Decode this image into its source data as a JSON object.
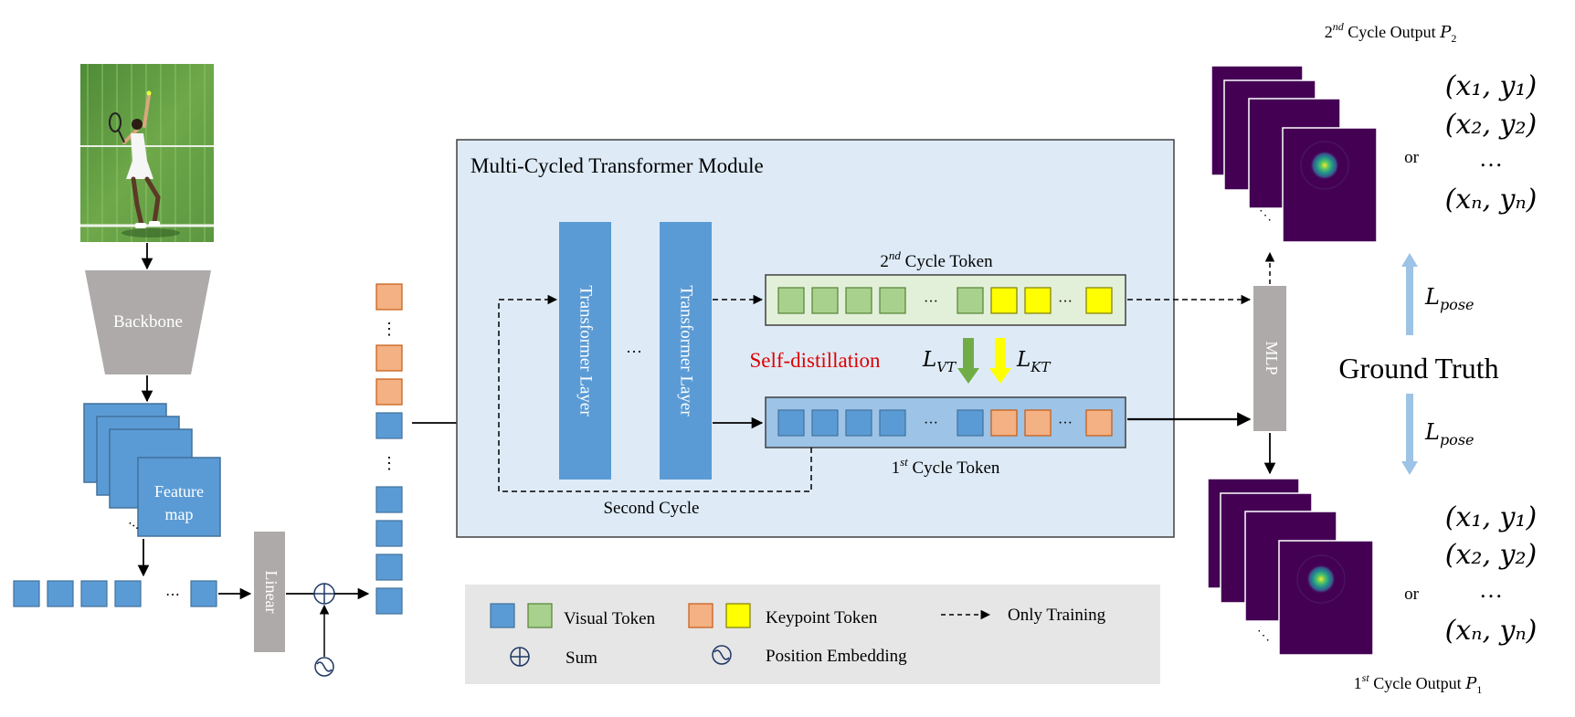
{
  "backbone": {
    "label": "Backbone"
  },
  "feature_map": {
    "line1": "Feature",
    "line2": "map",
    "ellipsis": "⋯"
  },
  "linear": {
    "label": "Linear"
  },
  "token_row": {
    "ellipsis": "⋯"
  },
  "token_column": {
    "ellipsis": "⋮"
  },
  "module": {
    "title": "Multi-Cycled Transformer Module",
    "layer_label": "Transformer Layer",
    "between_layers": "···",
    "cycle2_label_pre": "2",
    "cycle2_label_sup": "nd",
    "cycle2_label_post": " Cycle Token",
    "cycle1_label_pre": "1",
    "cycle1_label_sup": "st",
    "cycle1_label_post": " Cycle Token",
    "second_cycle": "Second Cycle",
    "self_distillation": "Self-distillation",
    "lvt_main": "L",
    "lvt_sub": "VT",
    "lkt_main": "L",
    "lkt_sub": "KT",
    "token_ellipsis": "···"
  },
  "mlp": {
    "label": "MLP"
  },
  "outputs": {
    "top_title_pre": "2",
    "top_title_sup": "nd",
    "top_title_mid": " Cycle Output ",
    "top_title_var": "P",
    "top_title_sub": "2",
    "bottom_title_pre": "1",
    "bottom_title_sup": "st",
    "bottom_title_mid": " Cycle Output ",
    "bottom_title_var": "P",
    "bottom_title_sub": "1",
    "heatmap_ellipsis": "⋱",
    "coords": [
      "(x₁, y₁)",
      "(x₂, y₂)",
      "…",
      "(xₙ, yₙ)"
    ],
    "or": "or",
    "ground_truth": "Ground Truth",
    "lpose_main": "L",
    "lpose_sub": "pose"
  },
  "legend": {
    "visual_token": "Visual Token",
    "keypoint_token": "Keypoint Token",
    "only_training": "Only Training",
    "sum": "Sum",
    "position_embedding": "Position Embedding"
  },
  "colors": {
    "blue_token": "#5b9bd5",
    "green_token": "#a9d18e",
    "orange_token": "#f4b183",
    "yellow_token": "#ffff00",
    "gray_block": "#aeaaaa",
    "module_bg": "#deebf7",
    "red_text": "#e00000",
    "green_arrow": "#70ad47",
    "heatmap_bg": "#440154",
    "pose_arrow": "#9dc3e6"
  }
}
